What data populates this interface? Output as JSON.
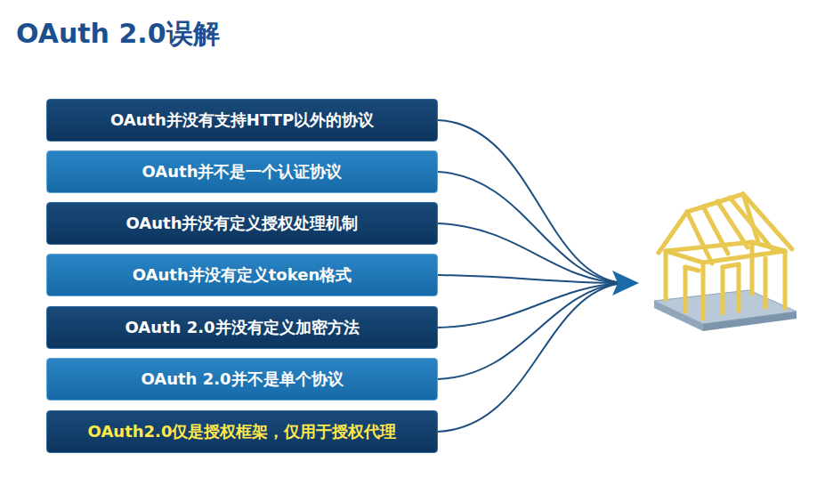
{
  "diagram": {
    "title": "OAuth 2.0误解",
    "nodes": [
      {
        "text": [
          "OAuth并没有支持HTTP以外的协议"
        ]
      },
      {
        "text": [
          "OAuth并不是一个认证协议"
        ]
      },
      {
        "text": [
          "OAuth并没有定义授权处理机制"
        ]
      },
      {
        "text": [
          "OAuth并没有定义token格式"
        ]
      },
      {
        "text": [
          "OAuth 2.0并没有定义加密方法"
        ]
      },
      {
        "text": [
          "OAuth 2.0并不是单个协议"
        ]
      },
      {
        "text": [
          "OAuth2.0仅是授权框架，仅用于授权代理"
        ]
      }
    ]
  }
}
